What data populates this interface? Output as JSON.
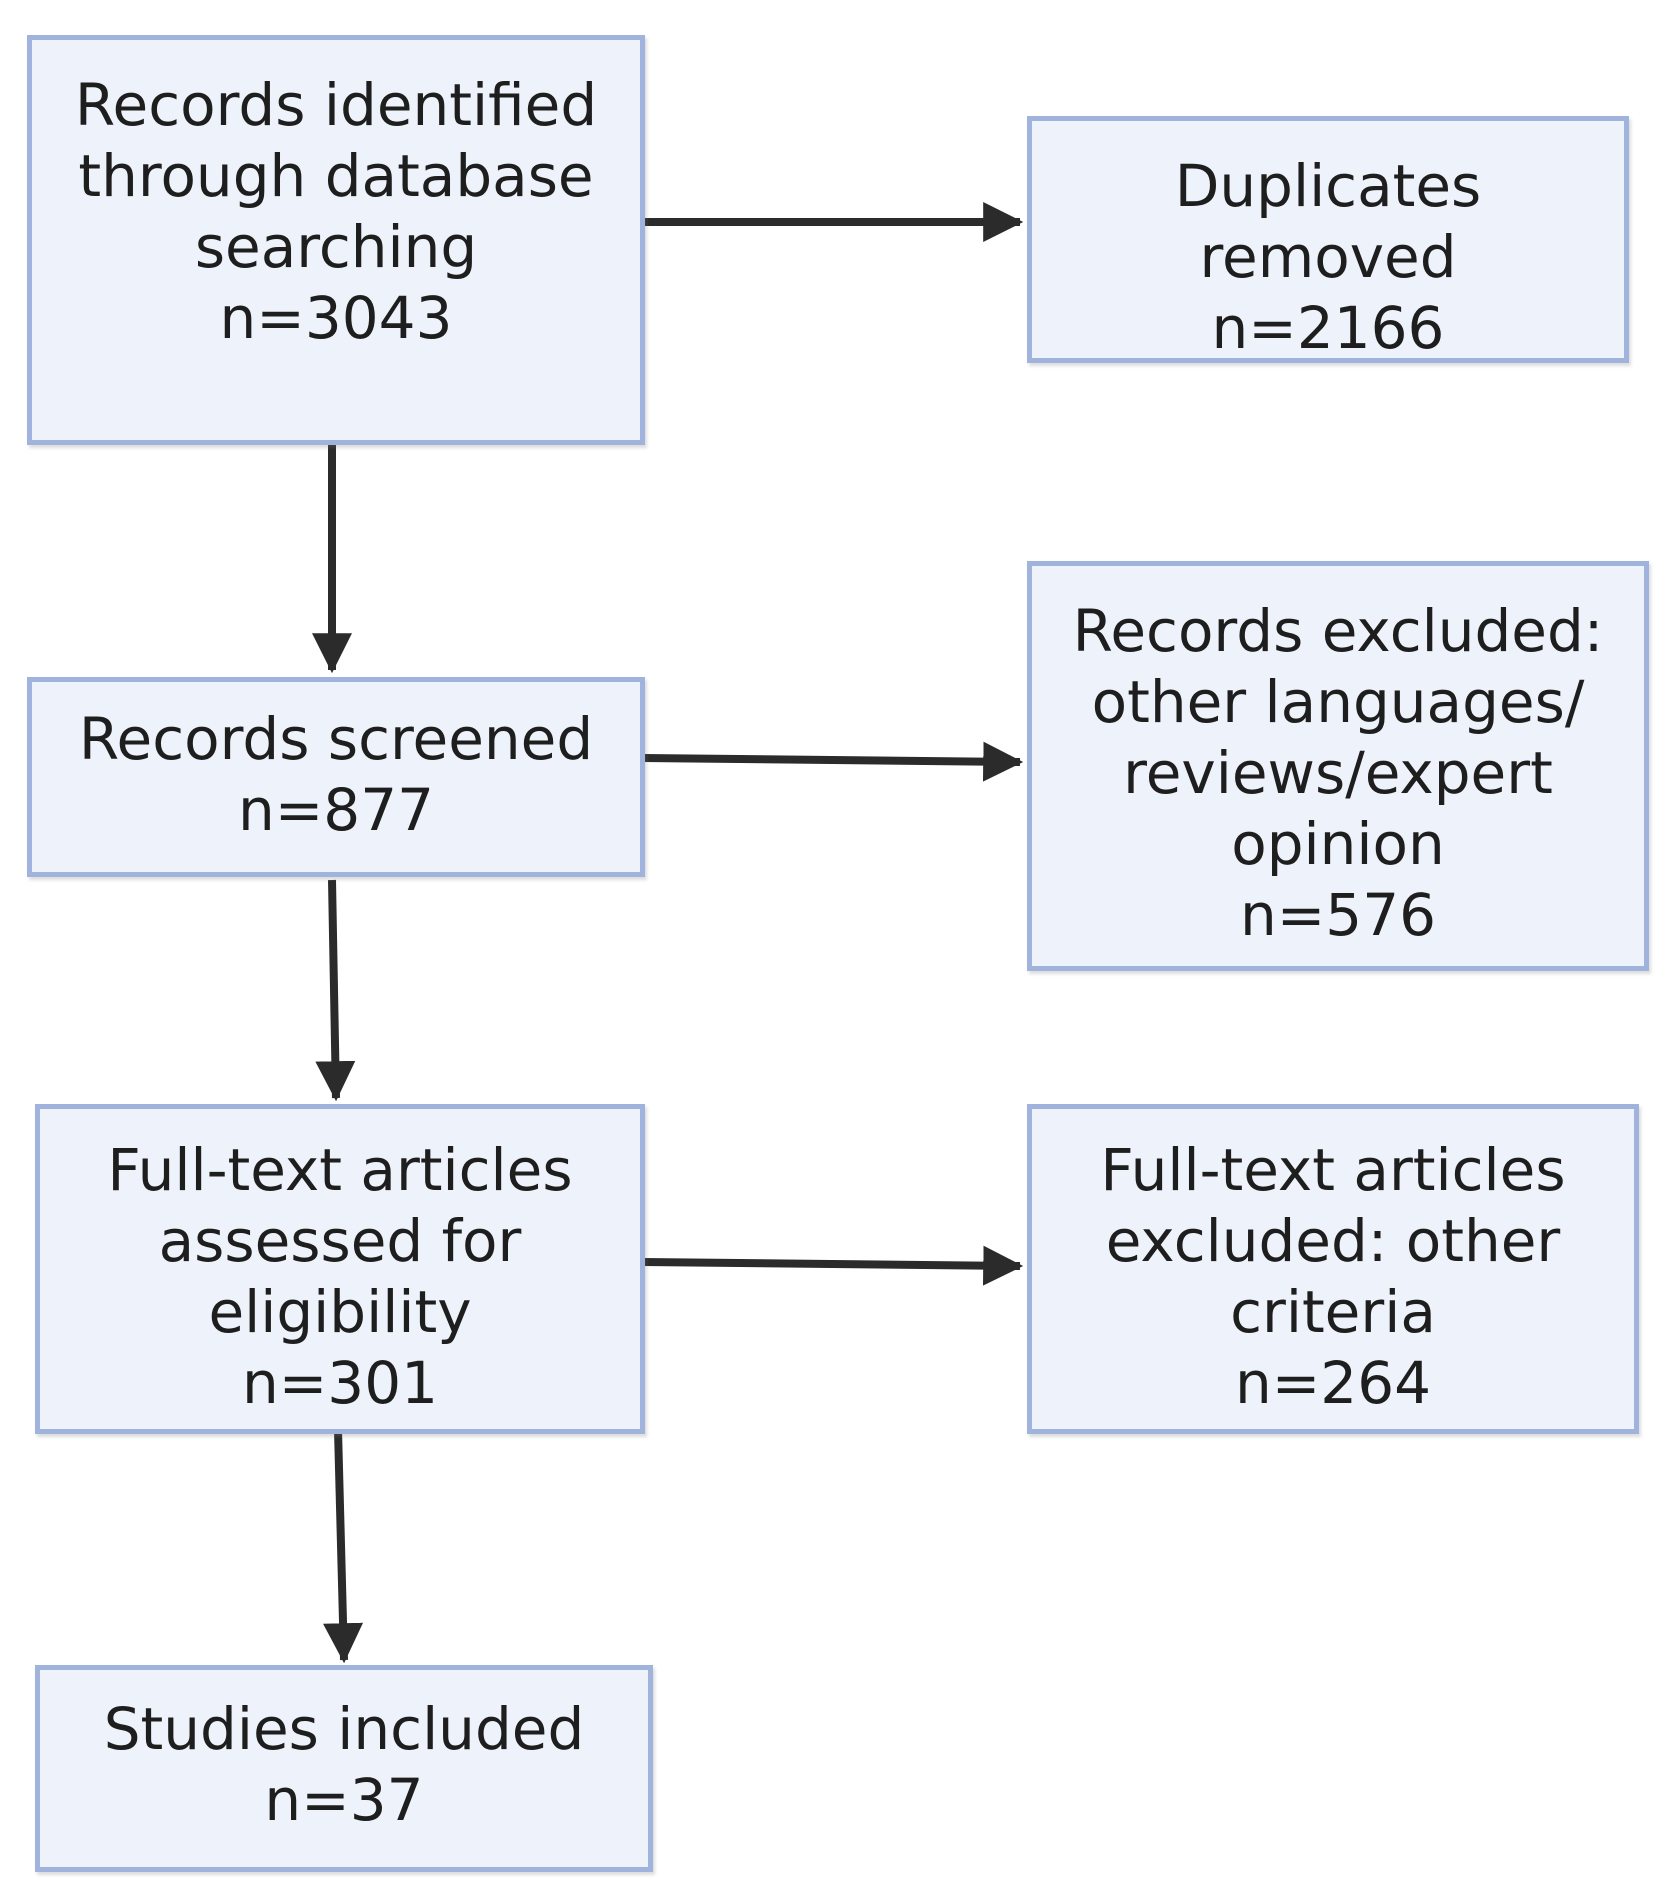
{
  "nodes": [
    {
      "id": "identified",
      "lines": [
        "Records identified",
        "through database",
        "searching",
        "n=3043"
      ]
    },
    {
      "id": "duplicates",
      "lines": [
        "Duplicates",
        "removed",
        "n=2166"
      ]
    },
    {
      "id": "screened",
      "lines": [
        "Records screened",
        "n=877"
      ]
    },
    {
      "id": "records-excluded",
      "lines": [
        "Records excluded:",
        "other languages/",
        "reviews/expert",
        "opinion",
        "n=576"
      ]
    },
    {
      "id": "fulltext-assessed",
      "lines": [
        "Full-text articles",
        "assessed for",
        "eligibility",
        "n=301"
      ]
    },
    {
      "id": "fulltext-excluded",
      "lines": [
        "Full-text articles",
        "excluded: other",
        "criteria",
        "n=264"
      ]
    },
    {
      "id": "included",
      "lines": [
        "Studies included",
        "n=37"
      ]
    }
  ],
  "edges": [
    {
      "from": "identified",
      "to": "duplicates"
    },
    {
      "from": "identified",
      "to": "screened"
    },
    {
      "from": "screened",
      "to": "records-excluded"
    },
    {
      "from": "screened",
      "to": "fulltext-assessed"
    },
    {
      "from": "fulltext-assessed",
      "to": "fulltext-excluded"
    },
    {
      "from": "fulltext-assessed",
      "to": "included"
    }
  ],
  "colors": {
    "box_fill": "#edf2fb",
    "box_border": "#9fb3dc",
    "arrow": "#2b2b2b",
    "text": "#1e1e1e"
  }
}
